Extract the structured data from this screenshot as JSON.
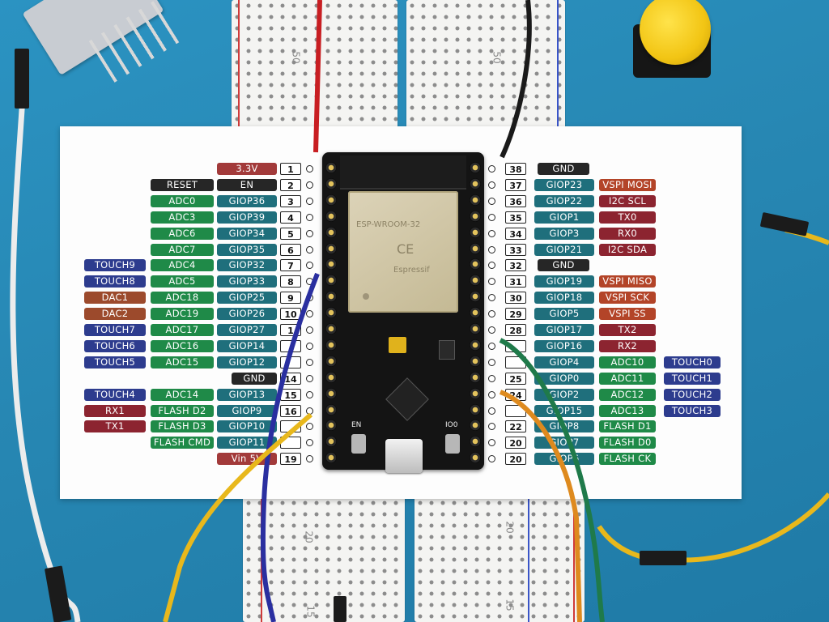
{
  "breadboard_numbers": {
    "top_left": "50",
    "top_right": "50",
    "bottom_left_20": "20",
    "bottom_right_20": "20",
    "bottom_left_15": "15",
    "bottom_right_15": "15"
  },
  "card": {
    "left_pins": [
      {
        "num": "1",
        "labels": [
          "3.3V"
        ]
      },
      {
        "num": "2",
        "labels": [
          "EN",
          "RESET"
        ]
      },
      {
        "num": "3",
        "labels": [
          "GIOP36",
          "ADC0"
        ]
      },
      {
        "num": "4",
        "labels": [
          "GIOP39",
          "ADC3"
        ]
      },
      {
        "num": "5",
        "labels": [
          "GIOP34",
          "ADC6"
        ]
      },
      {
        "num": "6",
        "labels": [
          "GIOP35",
          "ADC7"
        ]
      },
      {
        "num": "7",
        "labels": [
          "GIOP32",
          "ADC4",
          "TOUCH9"
        ]
      },
      {
        "num": "8",
        "labels": [
          "GIOP33",
          "ADC5",
          "TOUCH8"
        ]
      },
      {
        "num": "9",
        "labels": [
          "GIOP25",
          "ADC18",
          "DAC1"
        ]
      },
      {
        "num": "10",
        "labels": [
          "GIOP26",
          "ADC19",
          "DAC2"
        ]
      },
      {
        "num": "1",
        "labels": [
          "GIOP27",
          "ADC17",
          "TOUCH7"
        ]
      },
      {
        "num": "",
        "labels": [
          "GIOP14",
          "ADC16",
          "TOUCH6"
        ]
      },
      {
        "num": "",
        "labels": [
          "GIOP12",
          "ADC15",
          "TOUCH5"
        ]
      },
      {
        "num": "14",
        "labels": [
          "GND"
        ]
      },
      {
        "num": "15",
        "labels": [
          "GIOP13",
          "ADC14",
          "TOUCH4"
        ]
      },
      {
        "num": "16",
        "labels": [
          "GIOP9",
          "FLASH D2",
          "RX1"
        ]
      },
      {
        "num": "",
        "labels": [
          "GIOP10",
          "FLASH D3",
          "TX1"
        ]
      },
      {
        "num": "",
        "labels": [
          "GIOP11",
          "FLASH CMD"
        ]
      },
      {
        "num": "19",
        "labels": [
          "Vin 5V"
        ]
      }
    ],
    "right_pins": [
      {
        "num": "38",
        "labels": [
          "GND"
        ]
      },
      {
        "num": "37",
        "labels": [
          "GIOP23",
          "VSPI MOSI"
        ]
      },
      {
        "num": "36",
        "labels": [
          "GIOP22",
          "I2C SCL"
        ]
      },
      {
        "num": "35",
        "labels": [
          "GIOP1",
          "TX0"
        ]
      },
      {
        "num": "34",
        "labels": [
          "GIOP3",
          "RX0"
        ]
      },
      {
        "num": "33",
        "labels": [
          "GIOP21",
          "I2C SDA"
        ]
      },
      {
        "num": "32",
        "labels": [
          "GND"
        ]
      },
      {
        "num": "31",
        "labels": [
          "GIOP19",
          "VSPI MISO"
        ]
      },
      {
        "num": "30",
        "labels": [
          "GIOP18",
          "VSPI SCK"
        ]
      },
      {
        "num": "29",
        "labels": [
          "GIOP5",
          "VSPI SS"
        ]
      },
      {
        "num": "28",
        "labels": [
          "GIOP17",
          "TX2"
        ]
      },
      {
        "num": "",
        "labels": [
          "GIOP16",
          "RX2"
        ]
      },
      {
        "num": "",
        "labels": [
          "GIOP4",
          "ADC10",
          "TOUCH0"
        ]
      },
      {
        "num": "25",
        "labels": [
          "GIOP0",
          "ADC11",
          "TOUCH1"
        ]
      },
      {
        "num": "24",
        "labels": [
          "GIOP2",
          "ADC12",
          "TOUCH2"
        ]
      },
      {
        "num": "",
        "labels": [
          "GIOP15",
          "ADC13",
          "TOUCH3"
        ]
      },
      {
        "num": "22",
        "labels": [
          "GIOP8",
          "FLASH D1"
        ]
      },
      {
        "num": "20",
        "labels": [
          "GIOP7",
          "FLASH D0"
        ]
      },
      {
        "num": "20",
        "labels": [
          "GIOP6",
          "FLASH CK"
        ]
      }
    ]
  },
  "module": {
    "text_line1": "ESP-WROOM-32",
    "text_line2": "CE",
    "text_line3": "Espressif"
  },
  "board_labels": {
    "en": "EN",
    "io0": "IO0"
  },
  "colors": {
    "background": "#2787b3",
    "card": "#fdfdfd",
    "board": "#141414",
    "red": "#a23a3a",
    "dark": "#262626",
    "teal": "#1f6f7c",
    "green": "#1f8a48",
    "navy": "#2d3c8e",
    "brown": "#9c4a2c",
    "rust": "#b34428",
    "maroon": "#8c2430",
    "wire_red": "#c81e22",
    "wire_black": "#1a1a1a",
    "wire_blue": "#2a2fa0",
    "wire_yellow": "#e8b81c",
    "wire_green": "#1f7a4a",
    "wire_orange": "#de8a1e",
    "wire_white": "#ededed"
  },
  "icons": [
    "button-cap-icon",
    "header-pin-icon",
    "usb-port-icon"
  ]
}
